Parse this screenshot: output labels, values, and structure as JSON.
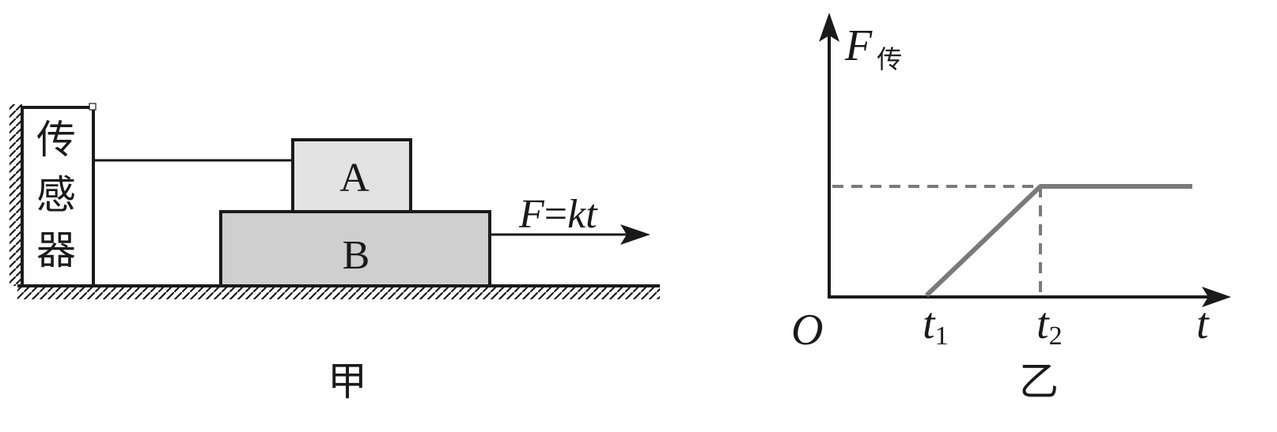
{
  "figure_jia": {
    "sensor_label": [
      "传",
      "感",
      "器"
    ],
    "block_a_label": "A",
    "block_b_label": "B",
    "force_label": {
      "F": "F",
      "eq": "=",
      "kt": "kt"
    },
    "caption": "甲"
  },
  "figure_yi": {
    "y_axis_label": {
      "main": "F",
      "sub": "传"
    },
    "origin_label": "O",
    "x_axis_label": "t",
    "tick_t1": {
      "main": "t",
      "sub": "1"
    },
    "tick_t2": {
      "main": "t",
      "sub": "2"
    },
    "caption": "乙"
  },
  "chart_data": {
    "type": "line",
    "x": [
      "0",
      "t1",
      "t2",
      "end"
    ],
    "series": [
      {
        "values": [
          0,
          0,
          1,
          1
        ]
      }
    ],
    "xlabel": "t",
    "ylabel": "F传",
    "grid": false
  },
  "colors": {
    "ink": "#1a1a1a",
    "block_a_fill": "#e3e3e3",
    "block_b_fill": "#cfcfcf",
    "graph_line": "#7a7a7a"
  }
}
